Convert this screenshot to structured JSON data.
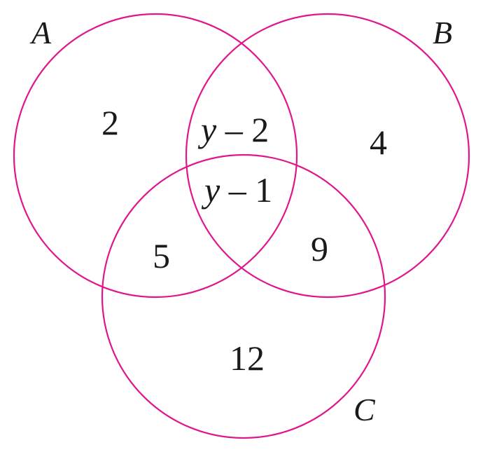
{
  "diagram": {
    "type": "venn",
    "circle_color": "#e0168c",
    "sets": [
      {
        "id": "A",
        "label": "A"
      },
      {
        "id": "B",
        "label": "B"
      },
      {
        "id": "C",
        "label": "C"
      }
    ],
    "regions": {
      "a_only": "2",
      "b_only": "4",
      "c_only": "12",
      "ab_only": {
        "variable": "y",
        "rest": " – 2"
      },
      "abc": {
        "variable": "y",
        "rest": " – 1"
      },
      "ac_only": "5",
      "bc_only": "9"
    }
  }
}
